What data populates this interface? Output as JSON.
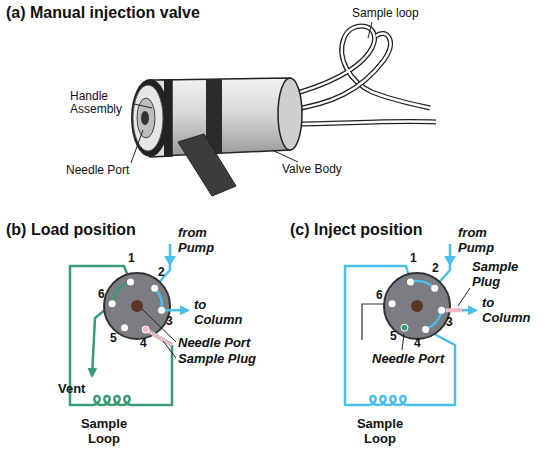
{
  "diagram": {
    "labels": [
      "(a) Manual injection valve",
      "Sample loop",
      "Handle Assembly",
      "Needle Port",
      "Valve Body",
      "(b) Load position",
      "1",
      "2",
      "3",
      "4",
      "5",
      "6",
      "from Pump",
      "to Column",
      "Needle Port",
      "Sample Plug",
      "Vent",
      "Sample Loop",
      "(c) Inject position",
      "1",
      "2",
      "3",
      "4",
      "5",
      "6",
      "from Pump",
      "Sample Plug",
      "to Column",
      "Needle Port",
      "Sample Loop"
    ]
  }
}
